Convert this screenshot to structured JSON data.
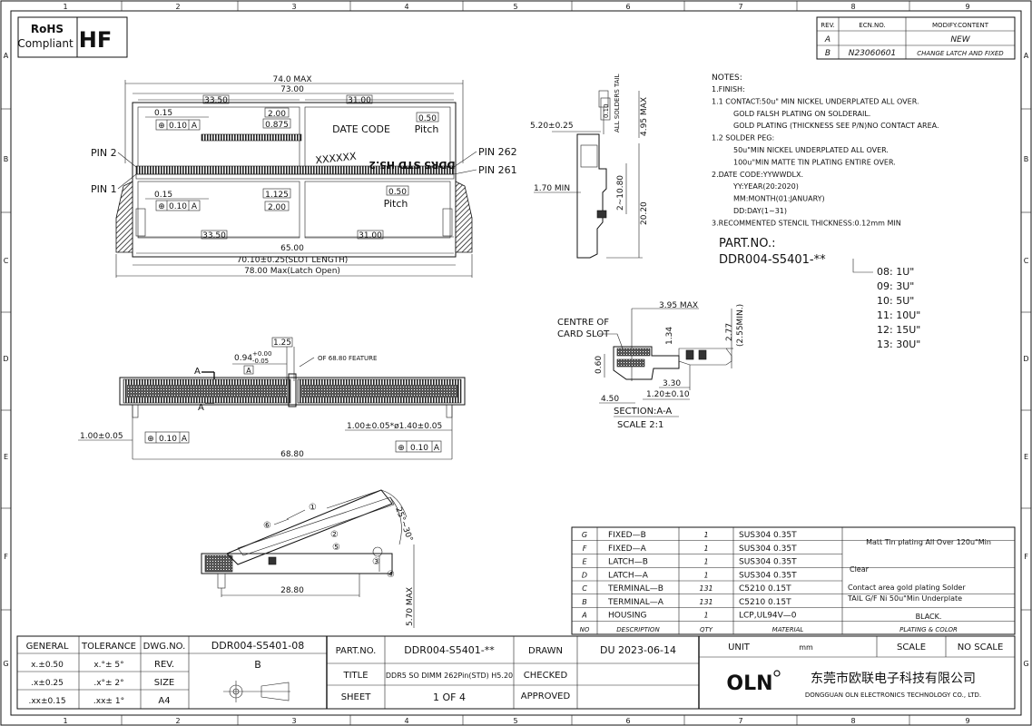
{
  "frame": {
    "col_labels": [
      "1",
      "2",
      "3",
      "4",
      "5",
      "6",
      "7",
      "8",
      "9"
    ],
    "row_labels": [
      "A",
      "B",
      "C",
      "D",
      "E",
      "F",
      "G"
    ]
  },
  "compliance": {
    "rohs_top": "RoHS",
    "rohs_bottom": "Compliant",
    "hf": "HF"
  },
  "revision_table": {
    "headers": [
      "REV.",
      "ECN.NO.",
      "MODIFY.CONTENT"
    ],
    "rows": [
      {
        "rev": "A",
        "ecn": "",
        "content": "NEW"
      },
      {
        "rev": "B",
        "ecn": "N23060601",
        "content": "CHANGE LATCH AND FIXED"
      }
    ]
  },
  "notes": {
    "title": "NOTES:",
    "lines": [
      "1.FINISH:",
      "1.1 CONTACT:50u\" MIN NICKEL UNDERPLATED ALL OVER.",
      "GOLD FALSH PLATING ON SOLDERAIL.",
      "GOLD PLATING (THICKNESS SEE P/N)NO CONTACT AREA.",
      "1.2 SOLDER PEG:",
      "50u\"MIN NICKEL UNDERPLATED ALL OVER.",
      "100u\"MIN MATTE TIN PLATING ENTIRE OVER.",
      "2.DATE CODE:YYWWDLX.",
      "YY:YEAR(20:2020)",
      "MM:MONTH(01:JANUARY)",
      "DD:DAY(1~31)",
      "3.RECOMMENTED STENCIL THICKNESS:0.12mm MIN"
    ]
  },
  "part_number": {
    "label": "PART.NO.:",
    "code": "DDR004-S5401-**",
    "options": [
      "08: 1U\"",
      "09: 3U\"",
      "10: 5U\"",
      "11: 10U\"",
      "12: 15U\"",
      "13: 30U\""
    ]
  },
  "top_view": {
    "dims": {
      "overall_max": "74.0 MAX",
      "overall": "73.00",
      "left_span": "33.50",
      "right_span": "31.00",
      "d015_top": "0.15",
      "d200_top": "2.00",
      "d0875": "0.875",
      "d050_top": "0.50",
      "d015_bot": "0.15",
      "d1125": "1.125",
      "d200_bot": "2.00",
      "d050_bot": "0.50",
      "left_span_bot": "33.50",
      "right_span_bot": "31.00",
      "d6500": "65.00",
      "slot_length": "70.10±0.25(SLOT LENGTH)",
      "latch_open": "78.00 Max(Latch Open)"
    },
    "tol_frame": "0.10",
    "datum": "A",
    "pitch": "Pitch",
    "date_code": "DATE CODE",
    "xxxxxx": "XXXXXX",
    "marking": "DDR5 STD H5.2",
    "pin_labels": [
      "PIN 2",
      "PIN 1",
      "PIN 262",
      "PIN 261"
    ]
  },
  "side_view": {
    "dims": {
      "d520": "5.20±0.25",
      "d170": "1.70 MIN",
      "d495": "4.95 MAX",
      "d210": "2~10.80",
      "d2020": "20.20",
      "solder_tail": "ALL SOLDERS TAIL",
      "tol": "0.10"
    }
  },
  "front_view": {
    "dims": {
      "d125": "1.25",
      "d094": "0.94",
      "tol_up": "+0.00",
      "tol_dn": "-0.05",
      "feature": "OF 68.80 FEATURE",
      "d100_left": "1.00±0.05",
      "d100_right": "1.00±0.05*ø1.40±0.05",
      "d6880": "68.80",
      "tol": "0.10",
      "datum": "A",
      "section_mark": "A"
    }
  },
  "section_view": {
    "centre_label_1": "CENTRE OF",
    "centre_label_2": "CARD SLOT",
    "dims": {
      "d395": "3.95 MAX",
      "d277": "2.77",
      "d255": "(2.55MIN.)",
      "d134": "1.34",
      "d060": "0.60",
      "d330": "3.30",
      "d450": "4.50",
      "d120": "1.20±0.10"
    },
    "title": "SECTION:A-A",
    "scale": "SCALE 2:1"
  },
  "latch_view": {
    "angle": "25°~30°",
    "d2880": "28.80",
    "d570": "5.70 MAX",
    "steps": [
      "①",
      "②",
      "③",
      "④",
      "⑤",
      "⑥"
    ]
  },
  "bom": {
    "headers": [
      "NO",
      "DESCRIPTION",
      "QTY",
      "MATERIAL",
      "PLATING & COLOR"
    ],
    "rows": [
      {
        "no": "G",
        "desc": "FIXED—B",
        "qty": "1",
        "mat": "SUS304  0.35T"
      },
      {
        "no": "F",
        "desc": "FIXED—A",
        "qty": "1",
        "mat": "SUS304  0.35T"
      },
      {
        "no": "E",
        "desc": "LATCH—B",
        "qty": "1",
        "mat": "SUS304  0.35T"
      },
      {
        "no": "D",
        "desc": "LATCH—A",
        "qty": "1",
        "mat": "SUS304  0.35T"
      },
      {
        "no": "C",
        "desc": "TERMINAL—B",
        "qty": "131",
        "mat": "C5210  0.15T"
      },
      {
        "no": "B",
        "desc": "TERMINAL—A",
        "qty": "131",
        "mat": "C5210  0.15T"
      },
      {
        "no": "A",
        "desc": "HOUSING",
        "qty": "1",
        "mat": "LCP,UL94V—0"
      }
    ],
    "plating": {
      "fixed": "Matt Tin plating All Over 120u\"Min",
      "latch": "Clear",
      "term1": "Contact area gold plating Solder",
      "term2": "TAIL G/F Ni 50u\"Min Underplate",
      "housing": "BLACK."
    }
  },
  "title_block": {
    "general": "GENERAL",
    "tolerance": "TOLERANCE",
    "dwg_no_label": "DWG.NO.",
    "dwg_no": "DDR004-S5401-08",
    "tol_rows": [
      {
        "lin": "x.±0.50",
        "ang": "x.°± 5°"
      },
      {
        "lin": ".x±0.25",
        "ang": ".x°± 2°"
      },
      {
        "lin": ".xx±0.15",
        "ang": ".xx± 1°"
      }
    ],
    "rev_label": "REV.",
    "rev": "B",
    "size_label": "SIZE",
    "size": "A4",
    "part_no_label": "PART.NO.",
    "part_no": "DDR004-S5401-**",
    "title_label": "TITLE",
    "title": "DDR5 SO DIMM 262Pin(STD) H5.20",
    "sheet_label": "SHEET",
    "sheet": "1  OF  4",
    "drawn_label": "DRAWN",
    "drawn": "DU  2023-06-14",
    "checked_label": "CHECKED",
    "approved_label": "APPROVED",
    "unit_label": "UNIT",
    "unit": "mm",
    "scale_label": "SCALE",
    "scale": "NO SCALE",
    "logo": "OLN",
    "company_cn": "东莞市欧联电子科技有限公司",
    "company_en": "DONGGUAN OLN ELECTRONICS TECHNOLOGY CO., LTD."
  }
}
